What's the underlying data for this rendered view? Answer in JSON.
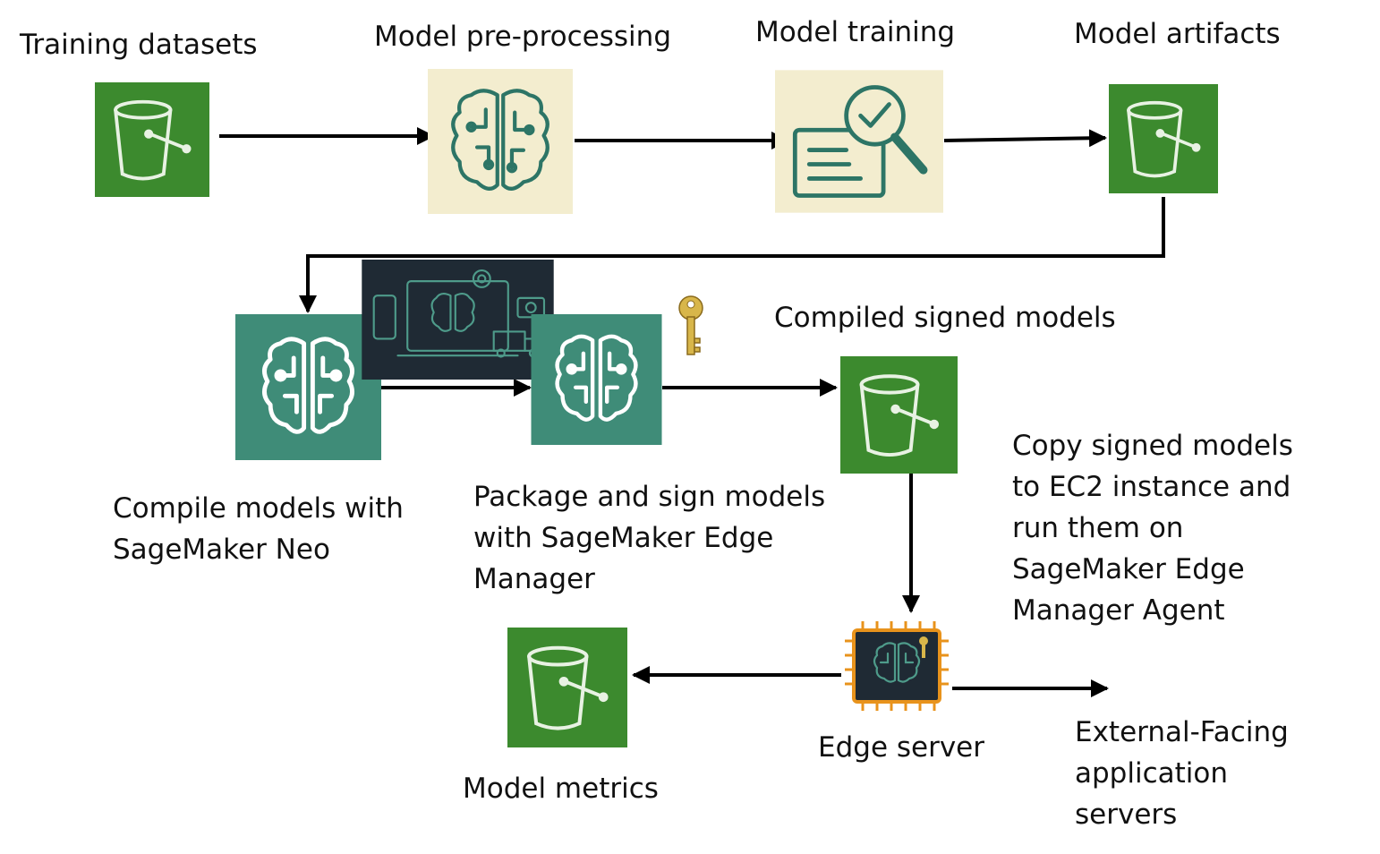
{
  "colors": {
    "bucket_bg": "#3c8a2e",
    "bucket_line": "#e8f2e3",
    "cream_bg": "#f3edcf",
    "teal_line": "#2d7566",
    "sagemaker_bg": "#3f8c78",
    "dark_bg": "#1f2a34",
    "chip_orange": "#e8931c",
    "key_gold": "#d8b64a",
    "arrow": "#000000"
  },
  "labels": {
    "training_datasets": "Training datasets",
    "model_preprocessing": "Model pre-processing",
    "model_training": "Model training",
    "model_artifacts": "Model artifacts",
    "compiled_signed_models": "Compiled signed models",
    "compile_models": "Compile models with\nSageMaker Neo",
    "package_sign": "Package and sign models\nwith SageMaker Edge\nManager",
    "copy_signed": "Copy signed models\nto EC2 instance and\nrun them on\nSageMaker Edge\nManager Agent",
    "edge_server": "Edge server",
    "model_metrics": "Model metrics",
    "external_facing": "External-Facing\napplication\nservers"
  },
  "icons": {
    "training_datasets": "s3-bucket-icon",
    "model_preprocessing": "brain-circuit-icon",
    "model_training": "document-magnifier-icon",
    "model_artifacts": "s3-bucket-icon",
    "sagemaker_neo": "sagemaker-brain-icon",
    "edge_devices": "edge-devices-icon",
    "edge_manager": "sagemaker-brain-icon",
    "signing_key": "key-icon",
    "compiled_signed_models": "s3-bucket-icon",
    "edge_server": "chip-brain-icon",
    "model_metrics": "s3-bucket-icon"
  }
}
